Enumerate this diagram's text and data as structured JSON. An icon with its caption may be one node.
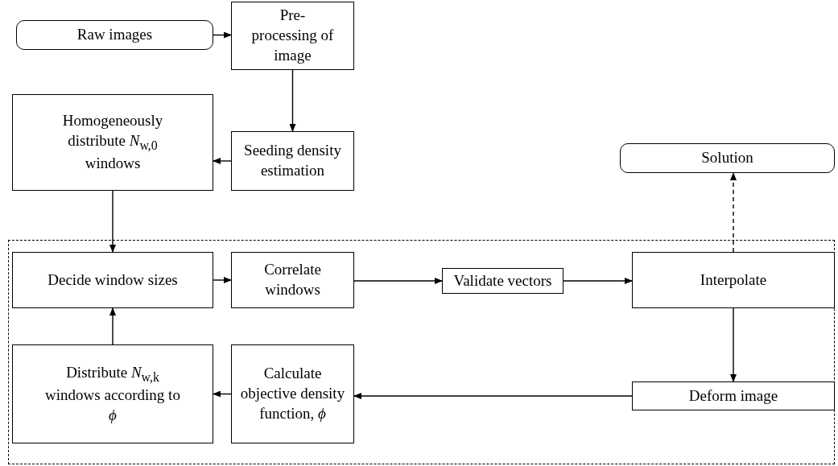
{
  "diagram": {
    "nodes": [
      {
        "text": [
          "Raw images"
        ]
      },
      {
        "text": [
          "Pre-processing of image"
        ]
      },
      {
        "text": [
          "Seeding density estimation"
        ]
      },
      {
        "text": [
          "Homogeneously distribute *N*$_{w,0}$ windows"
        ]
      },
      {
        "text": [
          "Solution"
        ]
      },
      {
        "text": [],
        "shape": "box"
      },
      {
        "text": [
          "Decide window sizes"
        ],
        "in": 5
      },
      {
        "text": [
          "Correlate windows"
        ],
        "in": 5
      },
      {
        "text": [
          "Validate vectors"
        ],
        "in": 5
      },
      {
        "text": [
          "Interpolate"
        ],
        "in": 5
      },
      {
        "text": [
          "Distribute *N*$_{w,k}$ windows according to *ϕ*"
        ],
        "in": 5
      },
      {
        "text": [
          "Calculate objective density function, *ϕ*"
        ],
        "in": 5
      },
      {
        "text": [
          "Deform image"
        ],
        "in": 5
      }
    ],
    "edges": [
      {
        "from": 0,
        "to": 1,
        "arrow": "to"
      },
      {
        "from": 1,
        "to": 2,
        "arrow": "to"
      },
      {
        "from": 2,
        "to": 3,
        "arrow": "to"
      },
      {
        "from": 3,
        "to": 6,
        "arrow": "to"
      },
      {
        "from": 6,
        "to": 7,
        "arrow": "to"
      },
      {
        "from": 7,
        "to": 8,
        "arrow": "to"
      },
      {
        "from": 8,
        "to": 9,
        "arrow": "to"
      },
      {
        "from": 9,
        "to": 4,
        "arrow": "to",
        "style": "dashed"
      },
      {
        "from": 9,
        "to": 12,
        "arrow": "to"
      },
      {
        "from": 12,
        "to": 11,
        "arrow": "to"
      },
      {
        "from": 11,
        "to": 10,
        "arrow": "to"
      },
      {
        "from": 10,
        "to": 6,
        "arrow": "to"
      }
    ]
  }
}
